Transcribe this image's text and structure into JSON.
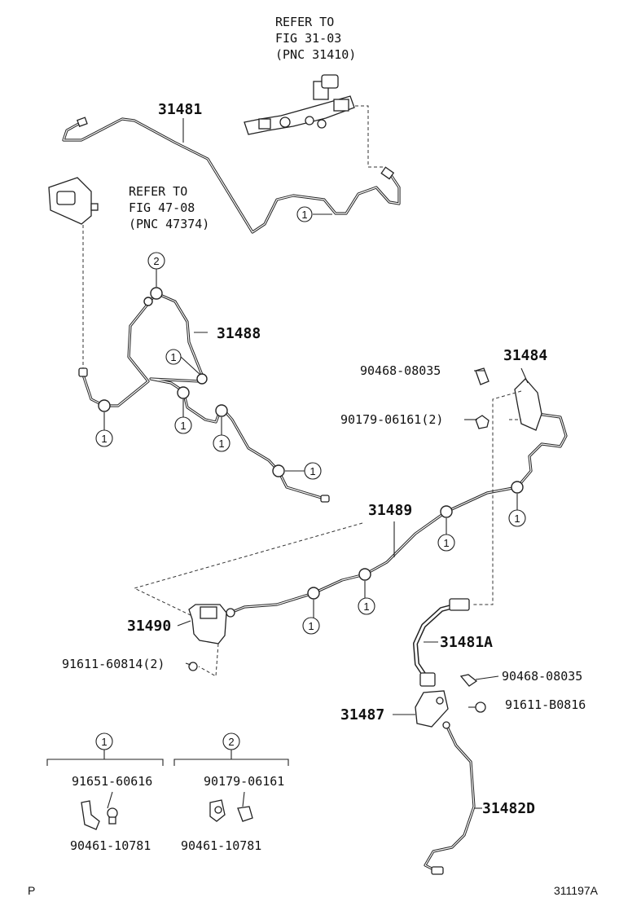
{
  "refs": {
    "master_cyl": [
      "REFER TO",
      "FIG 31-03",
      "(PNC 31410)"
    ],
    "bracket": [
      "REFER TO",
      "FIG 47-08",
      "(PNC 47374)"
    ]
  },
  "parts": {
    "p31481": "31481",
    "p31488": "31488",
    "p31484": "31484",
    "p90468a": "90468-08035",
    "p90179a": "90179-06161(2)",
    "p31489": "31489",
    "p31490": "31490",
    "p91611a": "91611-60814(2)",
    "p31481A": "31481A",
    "p90468b": "90468-08035",
    "p91611b": "91611-B0816",
    "p31487": "31487",
    "p31482D": "31482D"
  },
  "legend": {
    "group1": {
      "id": "1",
      "parts": [
        "91651-60616",
        "90461-10781"
      ]
    },
    "group2": {
      "id": "2",
      "parts": [
        "90179-06161",
        "90461-10781"
      ]
    }
  },
  "callout_1": "1",
  "callout_2": "2",
  "footer": {
    "left": "P",
    "right": "311197A"
  }
}
